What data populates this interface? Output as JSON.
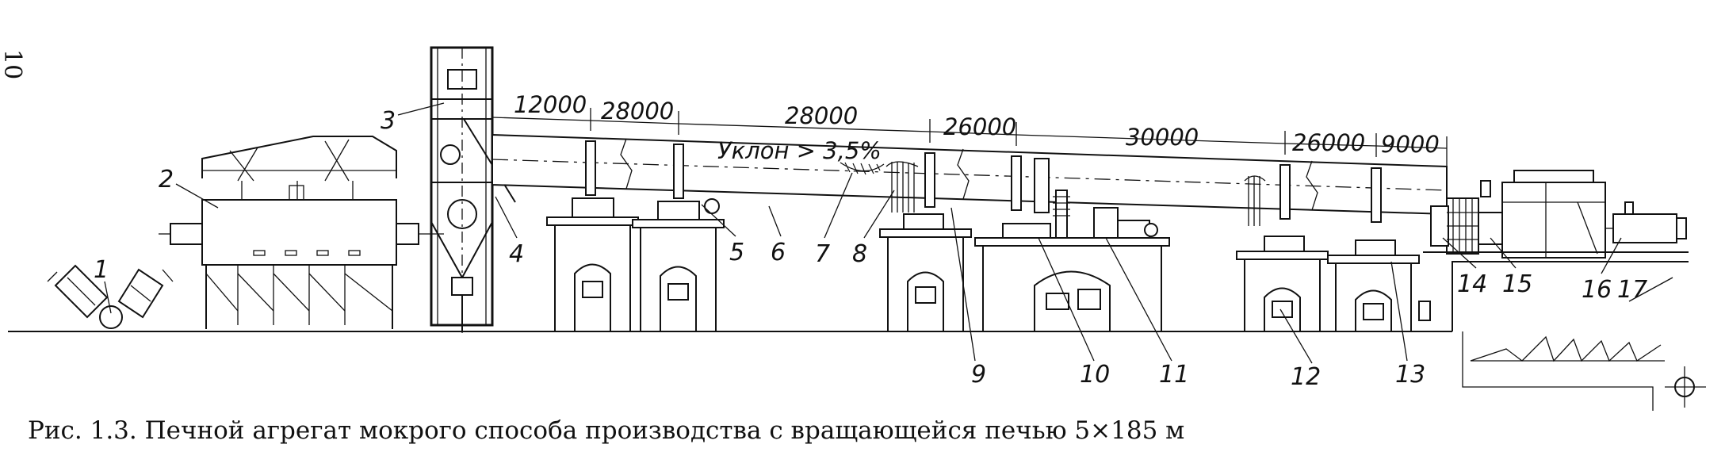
{
  "page_number": "10",
  "caption": "Рис. 1.3. Печной агрегат мокрого способа производства с вращающейся печью 5×185 м",
  "slope_label": "Уклон > 3,5%",
  "dimensions": [
    "12000",
    "28000",
    "28000",
    "26000",
    "30000",
    "26000",
    "9000"
  ],
  "labels": [
    "1",
    "2",
    "3",
    "4",
    "5",
    "6",
    "7",
    "8",
    "9",
    "10",
    "11",
    "12",
    "13",
    "14",
    "15",
    "16",
    "17"
  ]
}
